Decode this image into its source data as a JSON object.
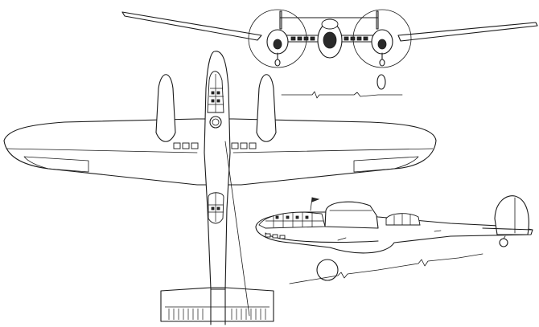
{
  "drawing": {
    "views": [
      "front",
      "top",
      "side"
    ],
    "line_color": "#1a1a1a",
    "background": "#ffffff"
  }
}
